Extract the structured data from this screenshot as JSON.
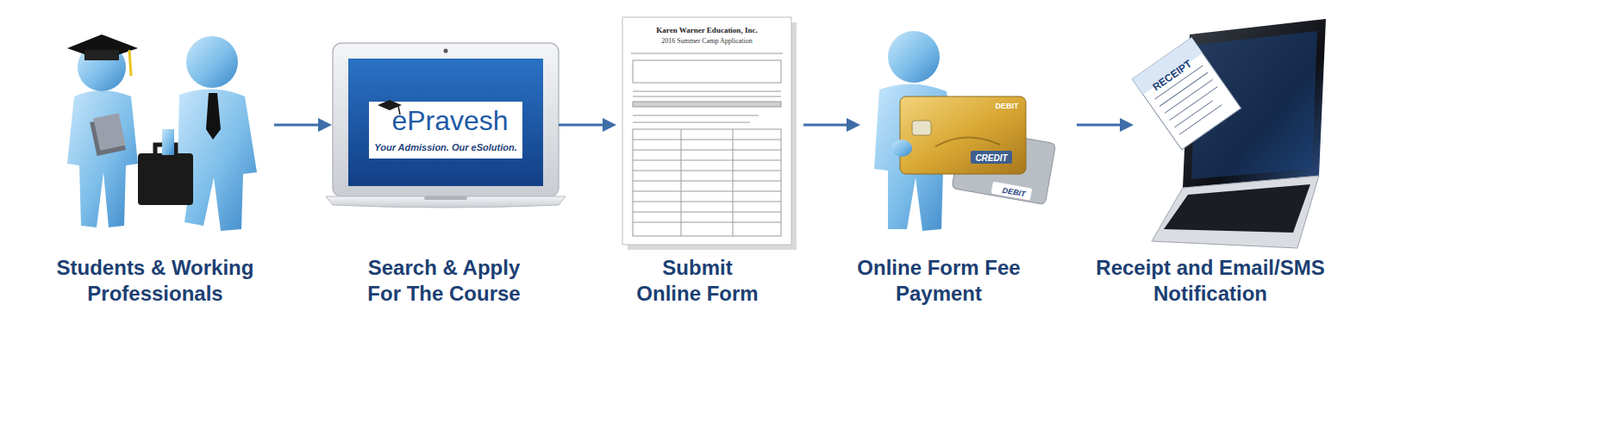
{
  "diagram": {
    "nodes": [
      {
        "text": [
          "Students & Working Professionals"
        ]
      },
      {
        "text": [
          "Search & Apply For The Course"
        ]
      },
      {
        "text": [
          "Submit Online Form"
        ]
      },
      {
        "text": [
          "Online Form Fee Payment"
        ]
      },
      {
        "text": [
          "Receipt and Email/SMS Notification"
        ]
      }
    ],
    "edges": [
      {
        "from": 0,
        "to": 1,
        "arrow": "to"
      },
      {
        "from": 1,
        "to": 2,
        "arrow": "to"
      },
      {
        "from": 2,
        "to": 3,
        "arrow": "to"
      },
      {
        "from": 3,
        "to": 4,
        "arrow": "to"
      }
    ],
    "labels": [
      "ePravesh",
      "Your Admission. Our eSolution.",
      "Karen Warner Education, Inc.",
      "2016 Summer Camp Application",
      "DEBIT",
      "CREDIT",
      "DEBIT",
      "RECEIPT"
    ]
  }
}
